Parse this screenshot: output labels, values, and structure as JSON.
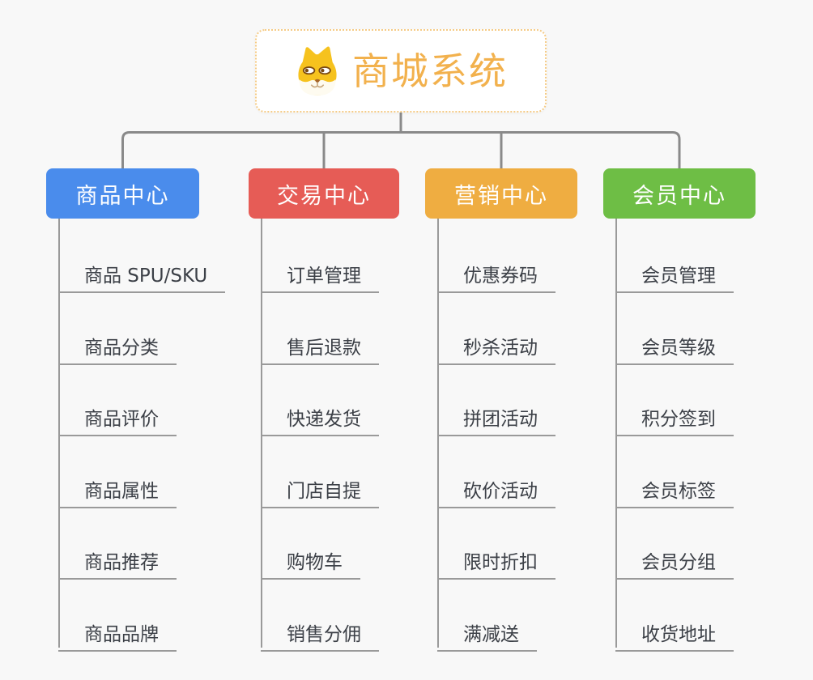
{
  "root": {
    "title": "商城系统",
    "icon": "shiba-dog-icon"
  },
  "branches": [
    {
      "label": "商品中心",
      "color": "#4A8CEC",
      "items": [
        "商品 SPU/SKU",
        "商品分类",
        "商品评价",
        "商品属性",
        "商品推荐",
        "商品品牌"
      ]
    },
    {
      "label": "交易中心",
      "color": "#E65C56",
      "items": [
        "订单管理",
        "售后退款",
        "快递发货",
        "门店自提",
        "购物车",
        "销售分佣"
      ]
    },
    {
      "label": "营销中心",
      "color": "#EFAD41",
      "items": [
        "优惠券码",
        "秒杀活动",
        "拼团活动",
        "砍价活动",
        "限时折扣",
        "满减送"
      ]
    },
    {
      "label": "会员中心",
      "color": "#6EBE45",
      "items": [
        "会员管理",
        "会员等级",
        "积分签到",
        "会员标签",
        "会员分组",
        "收货地址"
      ]
    }
  ],
  "colors": {
    "background": "#F8F8F8",
    "connector_line": "#8A8A8A",
    "item_underline": "#9A9A9A",
    "root_border": "#F5CB86",
    "root_title": "#F2B14D",
    "item_text": "#3C4047"
  }
}
